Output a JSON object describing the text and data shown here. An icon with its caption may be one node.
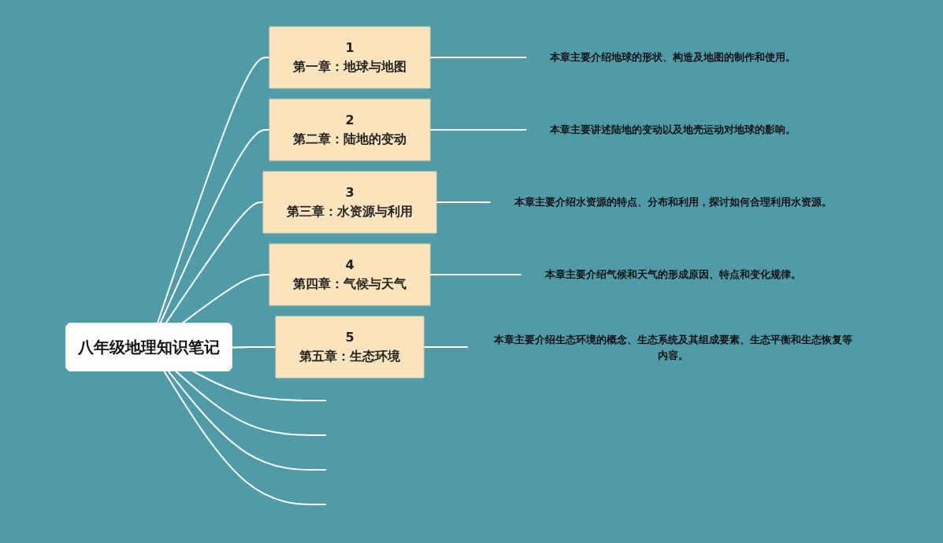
{
  "diagram": {
    "nodes": [
      {
        "text": [
          "八年级地理知识笔记"
        ]
      },
      {
        "text": [
          "1",
          "第一章：地球与地图"
        ]
      },
      {
        "text": [
          "本章主要介绍地球的形状、构造及地图的制作和使用。"
        ]
      },
      {
        "text": [
          "2",
          "第二章：陆地的变动"
        ]
      },
      {
        "text": [
          "本章主要讲述陆地的变动以及地壳运动对地球的影响。"
        ]
      },
      {
        "text": [
          "3",
          "第三章：水资源与利用"
        ]
      },
      {
        "text": [
          "本章主要介绍水资源的特点、分布和利用，探讨如何合理利用水资源。"
        ]
      },
      {
        "text": [
          "4",
          "第四章：气候与天气"
        ]
      },
      {
        "text": [
          "本章主要介绍气候和天气的形成原因、特点和变化规律。"
        ]
      },
      {
        "text": [
          "5",
          "第五章：生态环境"
        ]
      },
      {
        "text": [
          "本章主要介绍生态环境的概念、生态系统及其组成要素、生态平衡和生态恢复等内容。"
        ]
      }
    ],
    "edges": [
      {
        "from": 0,
        "to": 1,
        "arrow": "none"
      },
      {
        "from": 1,
        "to": 2,
        "arrow": "none"
      },
      {
        "from": 0,
        "to": 3,
        "arrow": "none"
      },
      {
        "from": 3,
        "to": 4,
        "arrow": "none"
      },
      {
        "from": 0,
        "to": 5,
        "arrow": "none"
      },
      {
        "from": 5,
        "to": 6,
        "arrow": "none"
      },
      {
        "from": 0,
        "to": 7,
        "arrow": "none"
      },
      {
        "from": 7,
        "to": 8,
        "arrow": "none"
      },
      {
        "from": 0,
        "to": 9,
        "arrow": "none"
      },
      {
        "from": 9,
        "to": 10,
        "arrow": "none"
      },
      {
        "from": 0,
        "to": null,
        "arrow": "none"
      },
      {
        "from": 0,
        "to": null,
        "arrow": "none"
      },
      {
        "from": 0,
        "to": null,
        "arrow": "none"
      },
      {
        "from": 0,
        "to": null,
        "arrow": "none"
      }
    ]
  }
}
